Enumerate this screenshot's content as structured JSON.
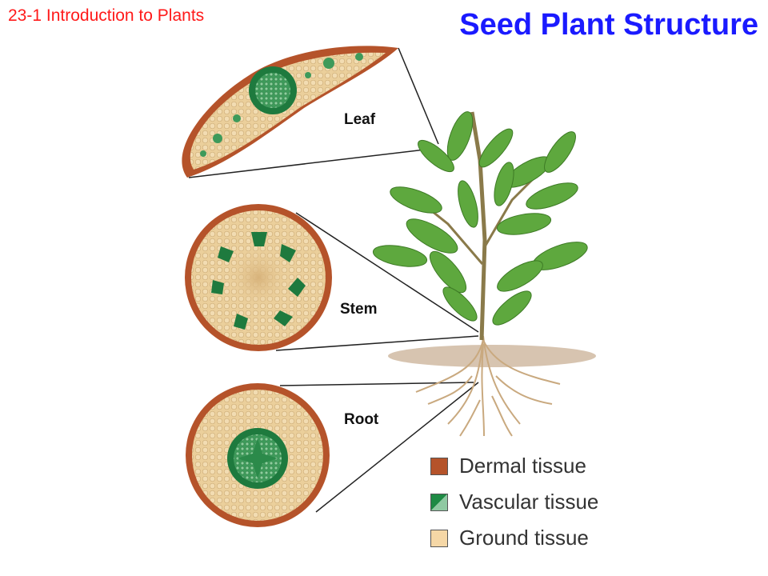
{
  "header": {
    "section": "23-1 Introduction to Plants",
    "title": "Seed Plant Structure"
  },
  "labels": {
    "leaf": "Leaf",
    "stem": "Stem",
    "root": "Root"
  },
  "legend": [
    {
      "label": "Dermal tissue",
      "color": "#b5532a",
      "icon": "dermal-swatch"
    },
    {
      "label": "Vascular tissue",
      "color": "#1e8a44",
      "color2": "#8fc9a2",
      "icon": "vascular-swatch"
    },
    {
      "label": "Ground tissue",
      "color": "#f5d7a6",
      "icon": "ground-swatch"
    }
  ],
  "colors": {
    "dermal": "#b5532a",
    "vascular": "#1e8a44",
    "vascular_light": "#7fc08f",
    "ground": "#e9cc96",
    "section_label": "#ff1a1a",
    "title": "#1a1aff",
    "leaf_green": "#5ea83e",
    "soil": "#c9b29a",
    "root_color": "#c9a97f"
  }
}
